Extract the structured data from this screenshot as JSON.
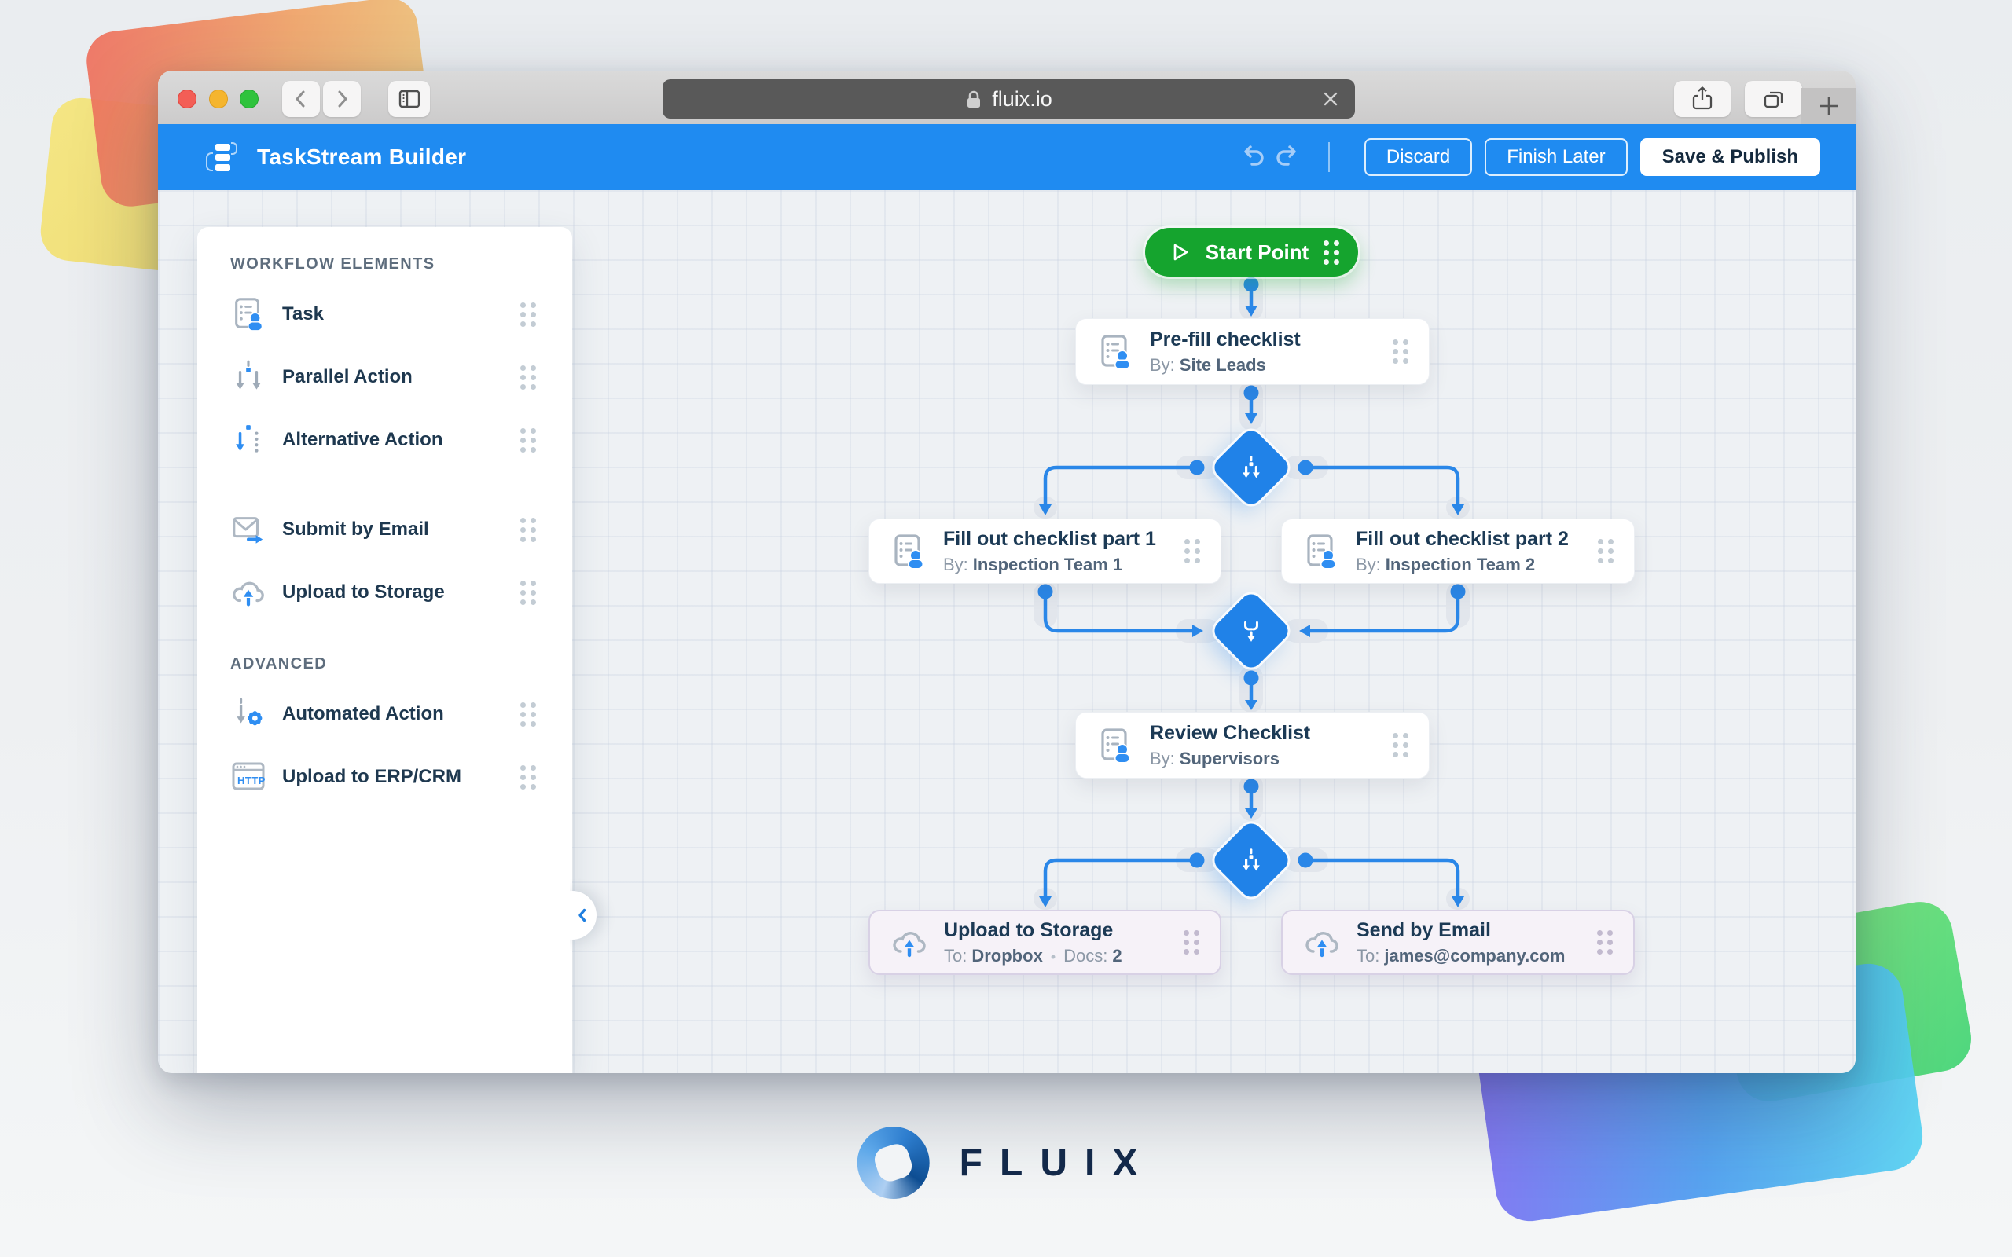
{
  "browser": {
    "url": "fluix.io"
  },
  "header": {
    "title": "TaskStream Builder",
    "discard_label": "Discard",
    "finish_later_label": "Finish Later",
    "save_publish_label": "Save & Publish"
  },
  "sidebar": {
    "sections": [
      {
        "title": "WORKFLOW ELEMENTS",
        "items": [
          {
            "label": "Task"
          },
          {
            "label": "Parallel Action"
          },
          {
            "label": "Alternative Action"
          },
          {
            "label": "Submit by Email"
          },
          {
            "label": "Upload to Storage"
          }
        ]
      },
      {
        "title": "ADVANCED",
        "items": [
          {
            "label": "Automated Action"
          },
          {
            "label": "Upload to ERP/CRM",
            "icon_text": "HTTP"
          }
        ]
      }
    ]
  },
  "workflow": {
    "start_label": "Start Point",
    "nodes": {
      "prefill": {
        "title": "Pre-fill checklist",
        "meta_label": "By:",
        "meta_value": "Site Leads"
      },
      "part1": {
        "title": "Fill out checklist part 1",
        "meta_label": "By:",
        "meta_value": "Inspection Team 1"
      },
      "part2": {
        "title": "Fill out checklist part 2",
        "meta_label": "By:",
        "meta_value": "Inspection Team 2"
      },
      "review": {
        "title": "Review Checklist",
        "meta_label": "By:",
        "meta_value": "Supervisors"
      },
      "upload": {
        "title": "Upload to Storage",
        "meta_label": "To:",
        "meta_value": "Dropbox",
        "separator": "•",
        "meta2_label": "Docs:",
        "meta2_value": "2"
      },
      "send": {
        "title": "Send by Email",
        "meta_label": "To:",
        "meta_value": "james@company.com"
      }
    }
  },
  "branding": {
    "logo_text": "FLUIX"
  },
  "colors": {
    "header_blue": "#1f8bf1",
    "start_green": "#15a42e",
    "diamond_blue": "#2082e8",
    "connector_blue": "#2a87e8",
    "accent_icon_blue": "#2f8ef2",
    "node_purple_bg": "#f6f2f8"
  }
}
